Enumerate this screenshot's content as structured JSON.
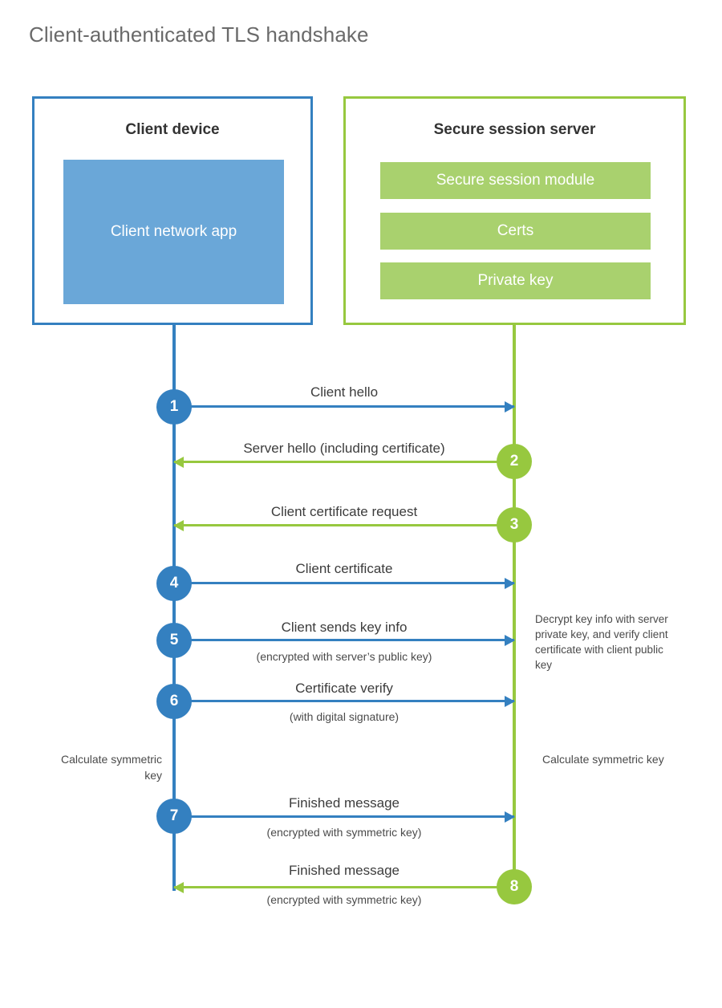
{
  "title": "Client-authenticated TLS handshake",
  "colors": {
    "client_blue": "#3480c0",
    "client_app_fill": "#6aa7d8",
    "server_green": "#97c83f",
    "server_bar_fill": "#a9d16e",
    "title_gray": "#6a6a6a",
    "text_gray": "#3c3c3c",
    "background": "#ffffff"
  },
  "parties": {
    "client": {
      "title": "Client device",
      "app_label": "Client network app"
    },
    "server": {
      "title": "Secure session server",
      "components": [
        "Secure session module",
        "Certs",
        "Private key"
      ]
    }
  },
  "steps": [
    {
      "number": "1",
      "origin": "client",
      "direction": "client-to-server",
      "label": "Client hello",
      "sublabel": ""
    },
    {
      "number": "2",
      "origin": "server",
      "direction": "server-to-client",
      "label": "Server hello (including certificate)",
      "sublabel": ""
    },
    {
      "number": "3",
      "origin": "server",
      "direction": "server-to-client",
      "label": "Client certificate request",
      "sublabel": ""
    },
    {
      "number": "4",
      "origin": "client",
      "direction": "client-to-server",
      "label": "Client certificate",
      "sublabel": ""
    },
    {
      "number": "5",
      "origin": "client",
      "direction": "client-to-server",
      "label": "Client sends key info",
      "sublabel": "(encrypted with server’s public key)"
    },
    {
      "number": "6",
      "origin": "client",
      "direction": "client-to-server",
      "label": "Certificate verify",
      "sublabel": "(with digital signature)"
    },
    {
      "number": "7",
      "origin": "client",
      "direction": "client-to-server",
      "label": "Finished message",
      "sublabel": "(encrypted with symmetric key)"
    },
    {
      "number": "8",
      "origin": "server",
      "direction": "server-to-client",
      "label": "Finished message",
      "sublabel": "(encrypted with symmetric key)"
    }
  ],
  "notes": {
    "decrypt": "Decrypt key info with server private key, and verify client certificate with client public key",
    "client_symmetric": "Calculate symmetric key",
    "server_symmetric": "Calculate symmetric key"
  }
}
